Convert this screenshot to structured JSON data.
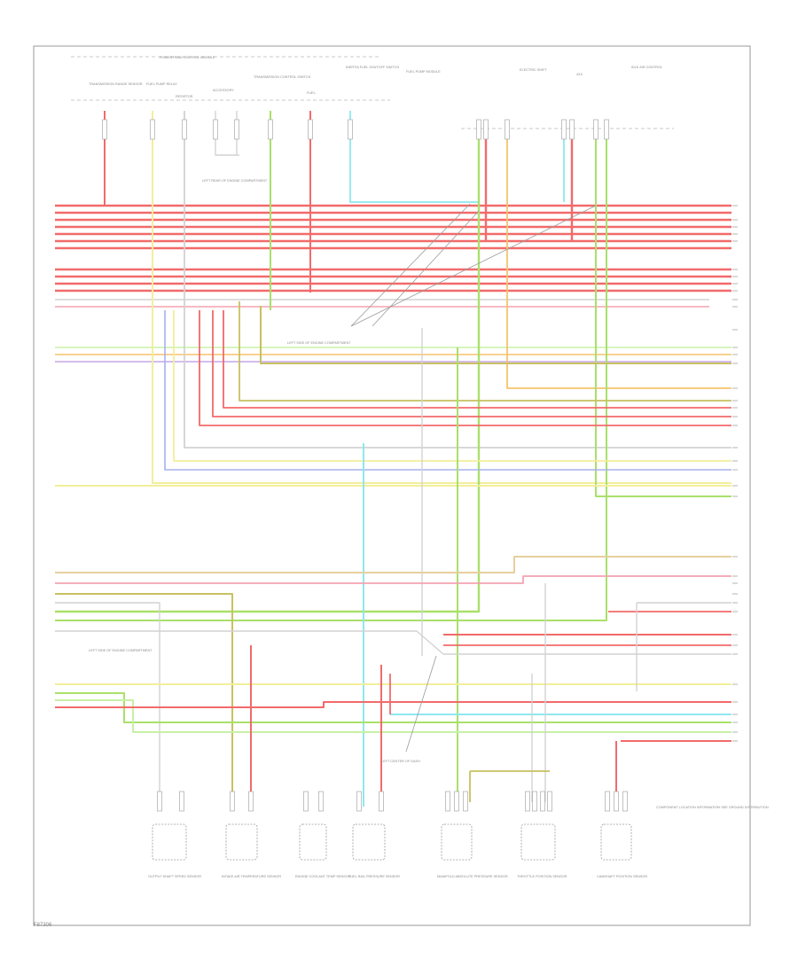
{
  "diagram_code": "F87306",
  "header": {
    "powertrain": "POWERTRAIN CONTROL MODULE",
    "components": [
      "TRANSMISSION RANGE SENSOR",
      "FUEL PUMP RELAY",
      "RESISTOR",
      "ACCESSORY",
      "TRANSMISSION CONTROL SWITCH",
      "FUEL",
      "INERTIA FUEL SHUTOFF SWITCH",
      "FUEL PUMP MODULE",
      "ELECTRIC SHIFT",
      "4X4",
      "IDLE AIR CONTROL"
    ]
  },
  "splice_callouts": [
    "LEFT SIDE OF ENGINE COMPARTMENT",
    "LEFT REAR OF ENGINE COMPARTMENT",
    "LEFT SIDE OF ENGINE COMPARTMENT",
    "LEFT CENTER OF DASH"
  ],
  "connectors": [
    "OUTPUT SHAFT SPEED SENSOR",
    "INTAKE AIR TEMPERATURE SENSOR",
    "ENGINE COOLANT TEMP SENSOR",
    "FUEL RAIL PRESSURE SENSOR",
    "MANIFOLD ABSOLUTE PRESSURE SENSOR",
    "THROTTLE POSITION SENSOR",
    "CAMSHAFT POSITION SENSOR"
  ],
  "note": "COMPONENT LOCATION INFORMATION SEE GROUND DISTRIBUTION"
}
